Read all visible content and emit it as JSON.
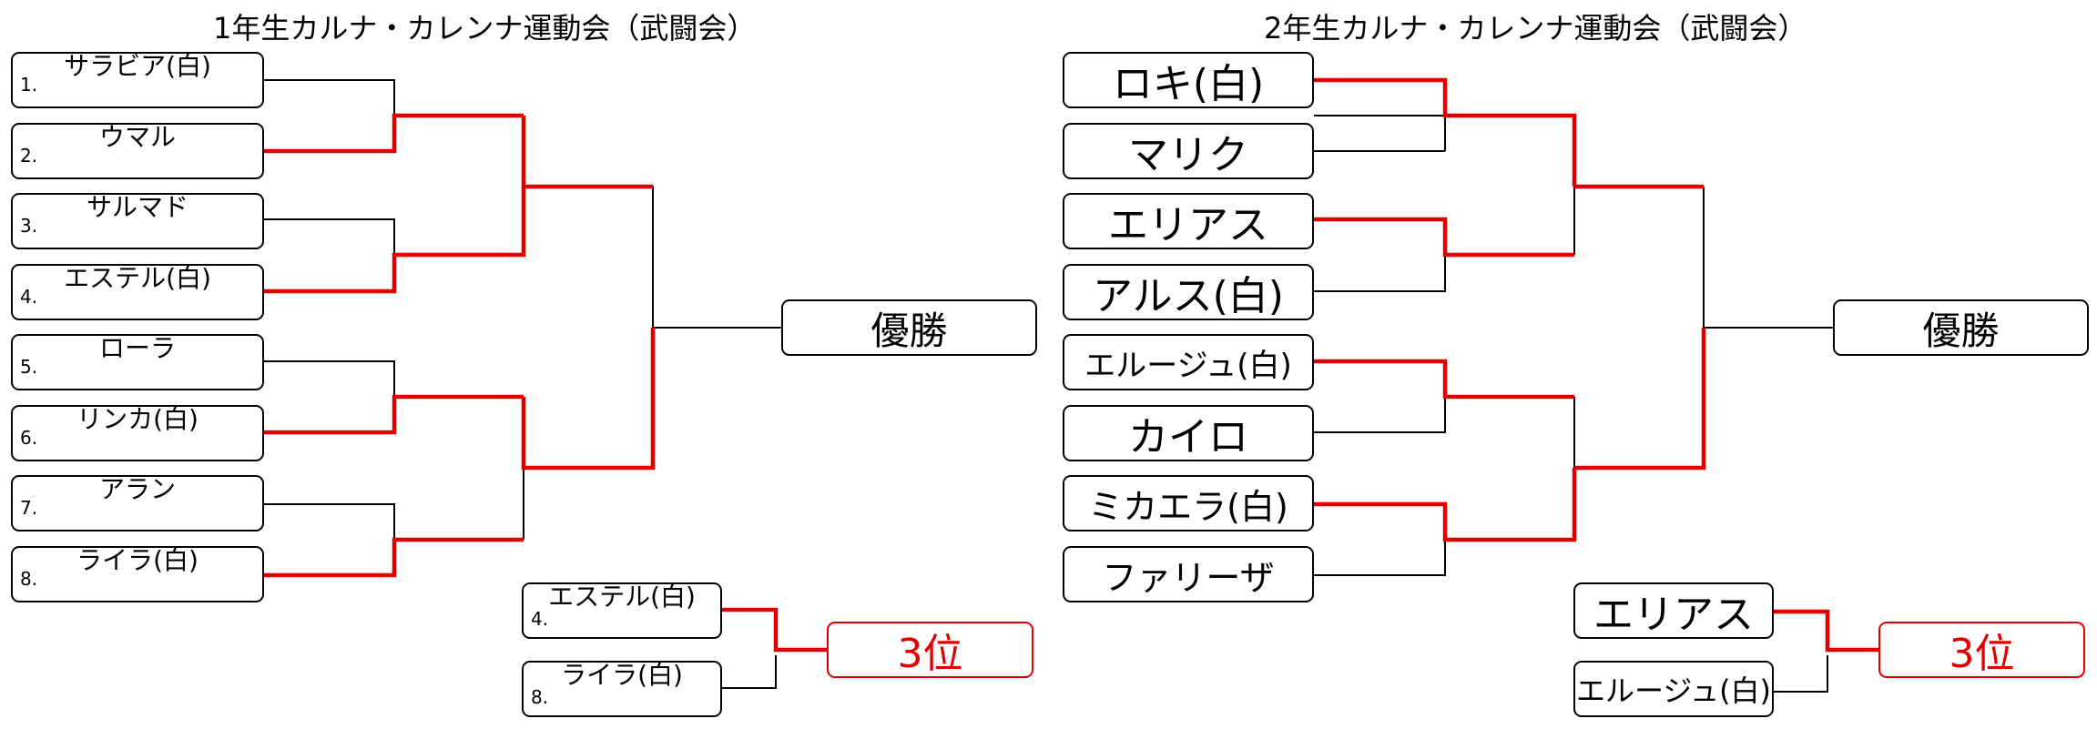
{
  "left": {
    "title": "1年生カルナ・カレンナ運動会（武闘会）",
    "entrants": [
      {
        "num": "1.",
        "name": "サラビア(白)"
      },
      {
        "num": "2.",
        "name": "ウマル"
      },
      {
        "num": "3.",
        "name": "サルマド"
      },
      {
        "num": "4.",
        "name": "エステル(白)"
      },
      {
        "num": "5.",
        "name": "ローラ"
      },
      {
        "num": "6.",
        "name": "リンカ(白)"
      },
      {
        "num": "7.",
        "name": "アラン"
      },
      {
        "num": "8.",
        "name": "ライラ(白)"
      }
    ],
    "champion_label": "優勝",
    "third_place": {
      "label": "3位",
      "entrants": [
        {
          "num": "4.",
          "name": "エステル(白)"
        },
        {
          "num": "8.",
          "name": "ライラ(白)"
        }
      ]
    }
  },
  "right": {
    "title": "2年生カルナ・カレンナ運動会（武闘会）",
    "entrants": [
      {
        "name": "ロキ(白)"
      },
      {
        "name": "マリク"
      },
      {
        "name": "エリアス"
      },
      {
        "name": "アルス(白)"
      },
      {
        "name": "エルージュ(白)"
      },
      {
        "name": "カイロ"
      },
      {
        "name": "ミカエラ(白)"
      },
      {
        "name": "ファリーザ"
      }
    ],
    "champion_label": "優勝",
    "third_place": {
      "label": "3位",
      "entrants": [
        {
          "name": "エリアス"
        },
        {
          "name": "エルージュ(白)"
        }
      ]
    }
  },
  "colors": {
    "win_line": "#e00000",
    "line": "#000000"
  }
}
